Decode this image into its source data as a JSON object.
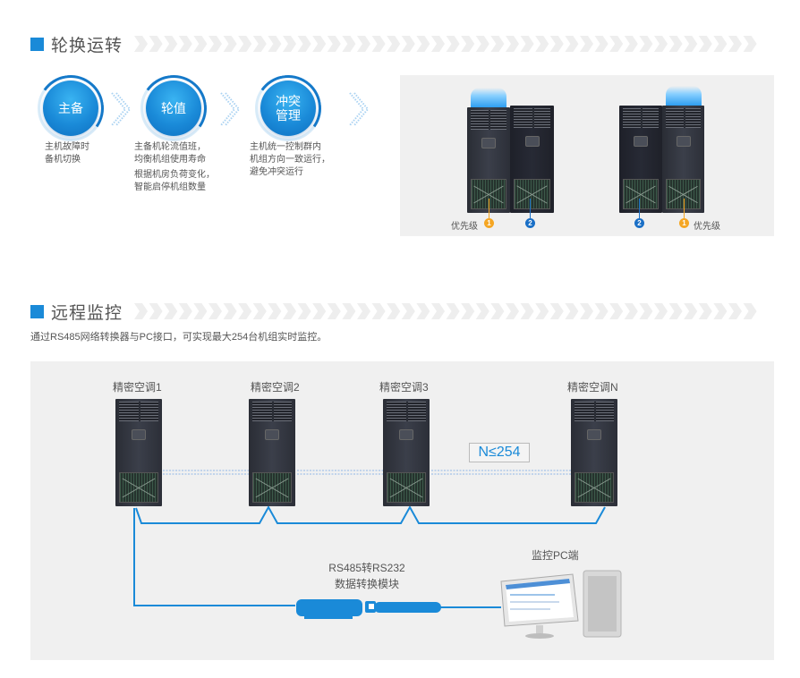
{
  "rotation_section": {
    "title": "轮换运转",
    "steps": [
      {
        "label": "主备",
        "desc": [
          "主机故障时",
          "备机切换"
        ]
      },
      {
        "label": "轮值",
        "desc": [
          "主备机轮流值班，",
          "均衡机组使用寿命"
        ],
        "desc2": [
          "根据机房负荷变化，",
          "智能启停机组数量"
        ]
      },
      {
        "label_lines": [
          "冲突",
          "管理"
        ],
        "desc": [
          "主机统一控制群内",
          "机组方向一致运行，",
          "避免冲突运行"
        ]
      }
    ],
    "illustration": {
      "left_pair": {
        "priority_label": "优先级",
        "badge_primary": "1",
        "badge_secondary": "2"
      },
      "right_pair": {
        "priority_label": "优先级",
        "badge_primary": "1",
        "badge_secondary": "2"
      }
    }
  },
  "remote_section": {
    "title": "远程监控",
    "intro": "通过RS485网络转换器与PC接口，可实现最大254台机组实时监控。",
    "units": [
      "精密空调1",
      "精密空调2",
      "精密空调3",
      "精密空调N"
    ],
    "limit_badge": "N≤254",
    "converter_label": [
      "RS485转RS232",
      "数据转换模块"
    ],
    "pc_label": "监控PC端"
  },
  "colors": {
    "accent": "#1a8ad8",
    "line_blue": "#1a8ad8",
    "priority_orange": "#f5a623",
    "secondary_blue": "#1a6fc6",
    "panel_gray": "#f0f0f0"
  }
}
